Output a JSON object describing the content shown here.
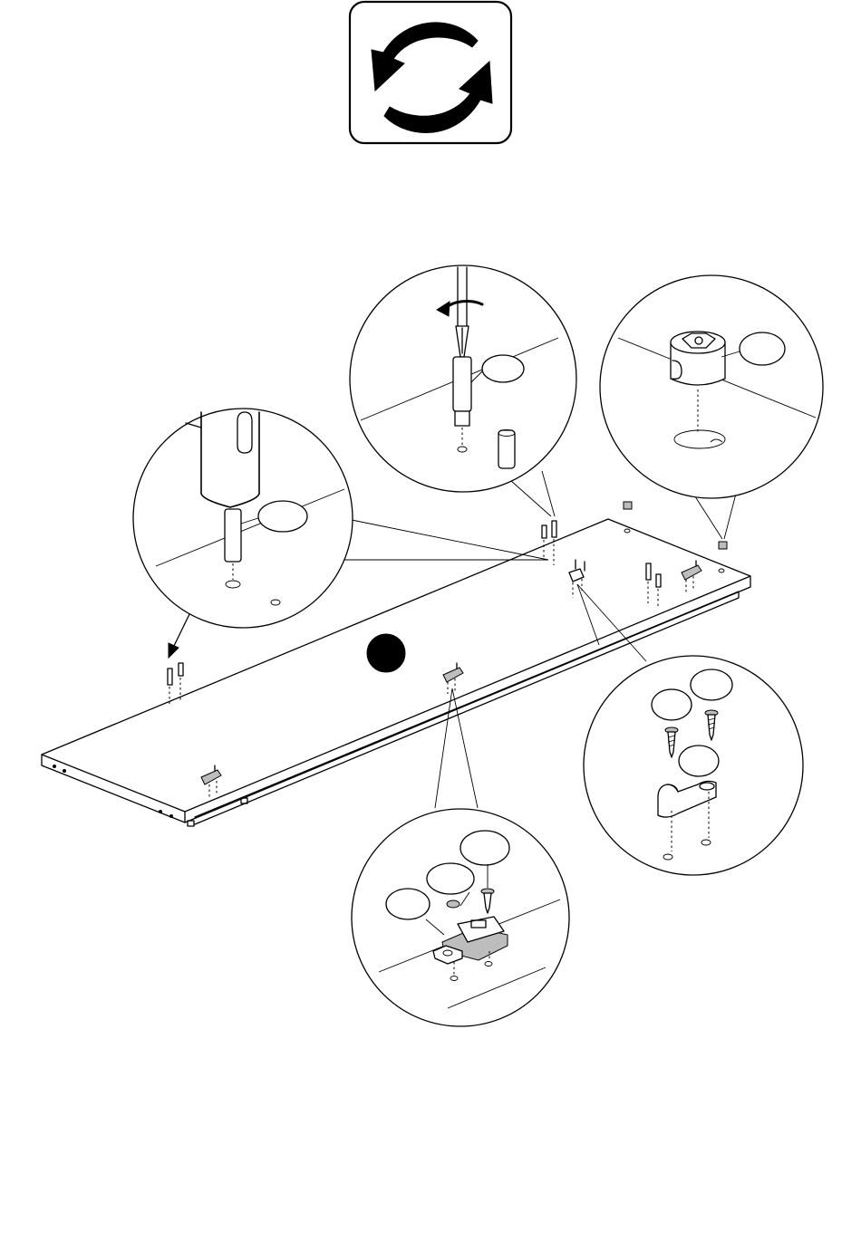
{
  "header": {
    "rotate_symbol_icon": "rotate-arrows-icon"
  },
  "diagram": {
    "main_panel": "panel",
    "callouts": [
      "dowel-detail",
      "screwdriver-detail",
      "cam-lock-detail",
      "hinge-mount-detail",
      "handle-clip-detail"
    ],
    "colors": {
      "line": "#000000",
      "background": "#ffffff",
      "part_shade": "#bdbdbd"
    }
  }
}
